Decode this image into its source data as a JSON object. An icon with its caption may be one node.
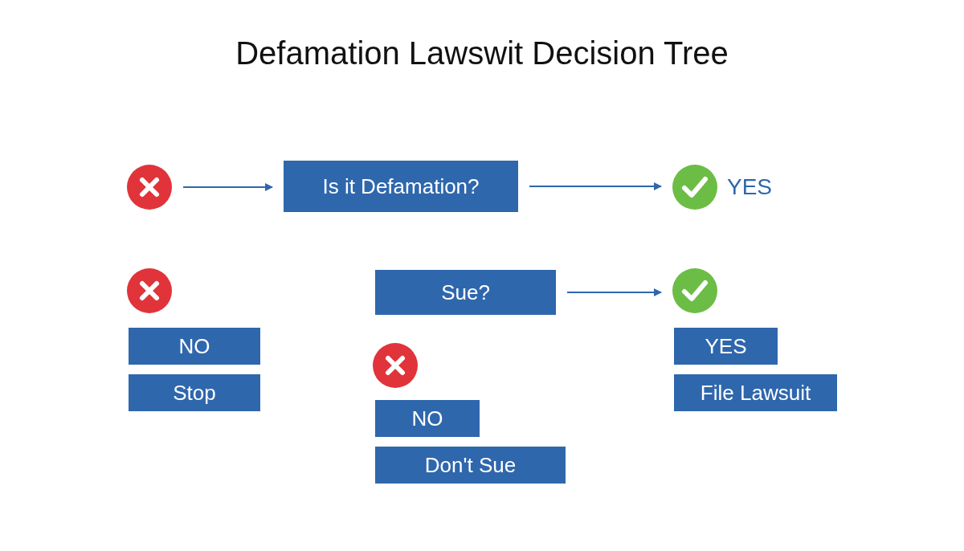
{
  "diagram": {
    "title": "Defamation Lawswit Decision Tree",
    "nodes": [
      {
        "text": [],
        "shape": "circle"
      },
      {
        "text": [
          "Is it Defamation?"
        ]
      },
      {
        "text": [],
        "shape": "circle",
        "beside": [
          "YES"
        ]
      },
      {
        "text": [],
        "shape": "circle"
      },
      {
        "text": [
          "NO"
        ]
      },
      {
        "text": [
          "Stop"
        ]
      },
      {
        "text": [
          "Sue?"
        ]
      },
      {
        "text": [],
        "shape": "circle"
      },
      {
        "text": [],
        "shape": "circle"
      },
      {
        "text": [
          "NO"
        ]
      },
      {
        "text": [
          "Don't Sue"
        ]
      },
      {
        "text": [
          "YES"
        ]
      },
      {
        "text": [
          "File Lawsuit"
        ]
      }
    ],
    "edges": [
      {
        "from": 0,
        "to": 1,
        "arrow": "to"
      },
      {
        "from": 1,
        "to": 2,
        "arrow": "to"
      },
      {
        "from": 6,
        "to": 7,
        "arrow": "to"
      }
    ]
  }
}
